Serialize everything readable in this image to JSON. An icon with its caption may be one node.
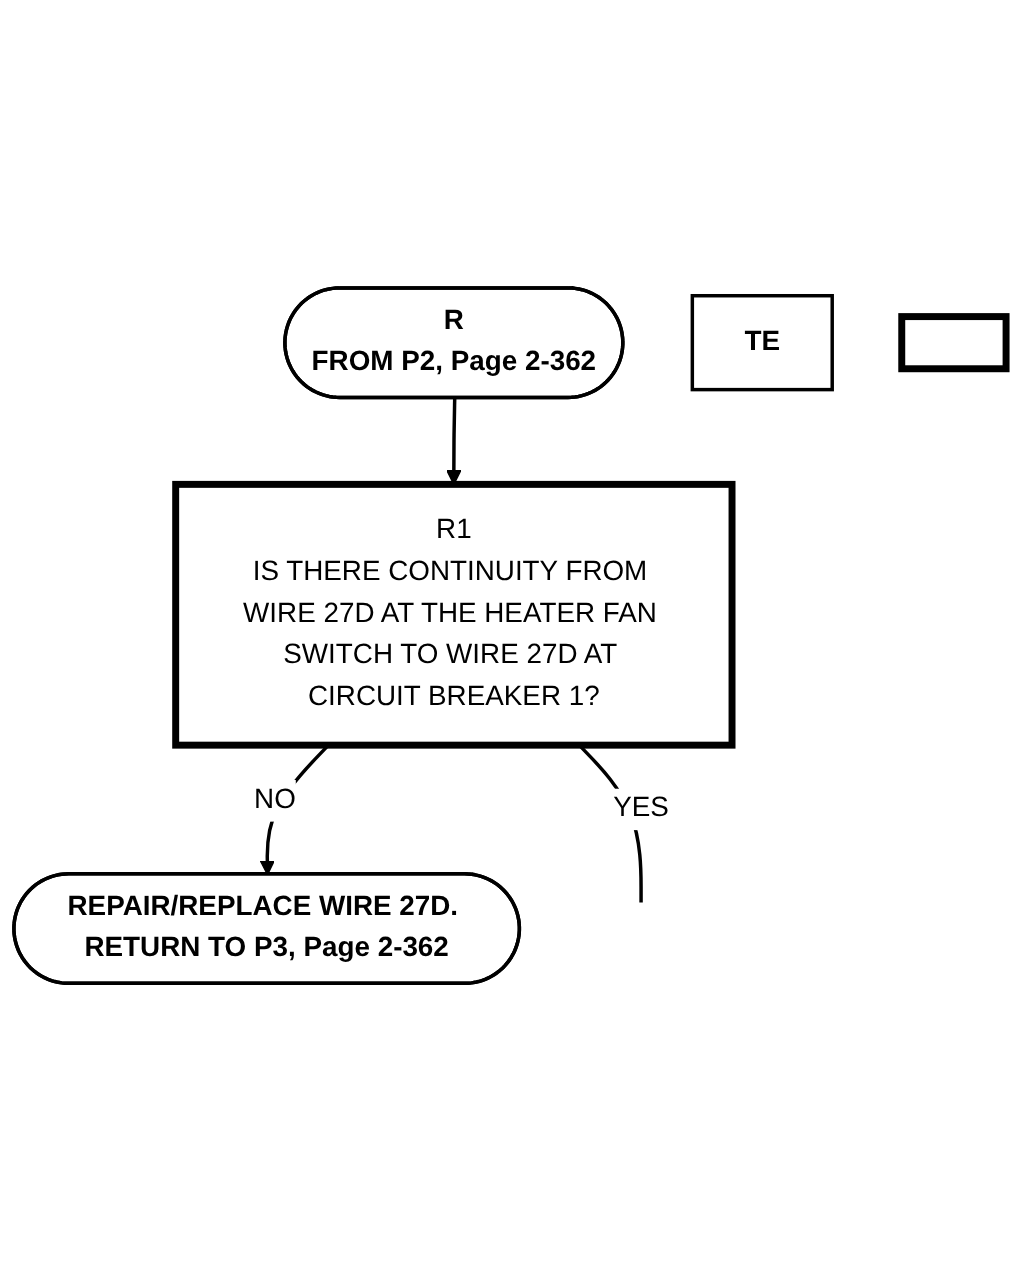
{
  "diagram": {
    "nodes": [
      {
        "text": [
          "R",
          "FROM P2, Page 2-362"
        ]
      },
      {
        "text": [
          "R1",
          "IS THERE CONTINUITY FROM WIRE 27D AT THE HEATER FAN SWITCH TO WIRE 27D AT CIRCUIT BREAKER 1?"
        ]
      },
      {
        "text": [
          "TE"
        ]
      },
      {
        "text": [],
        "shape": "box"
      },
      {
        "text": [
          "REPAIR/REPLACE WIRE 27D. RETURN TO P3, Page 2-362"
        ]
      }
    ],
    "edges": [
      {
        "from": 0,
        "to": 1,
        "arrow": "to"
      },
      {
        "from": 1,
        "to": 4,
        "label": "NO",
        "arrow": "to"
      },
      {
        "from": 1,
        "to": null,
        "label": "YES",
        "arrow": "none"
      }
    ]
  }
}
